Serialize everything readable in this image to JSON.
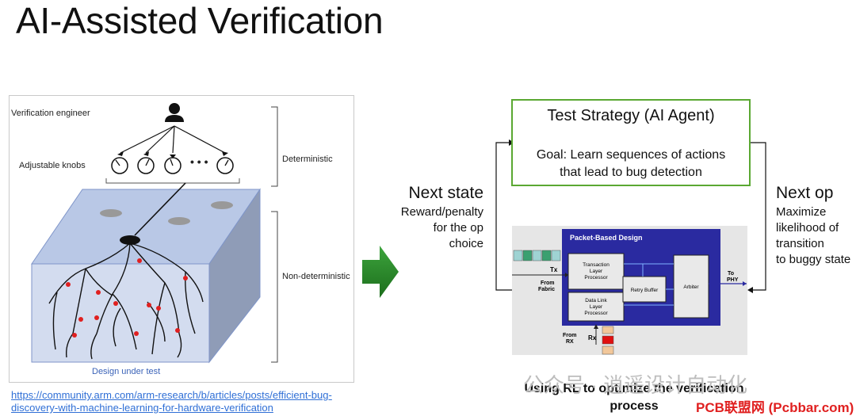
{
  "title": "AI-Assisted Verification",
  "left_diagram": {
    "engineer_label": "Verification engineer",
    "knobs_label": "Adjustable knobs",
    "deterministic_label": "Deterministic",
    "nondeterministic_label": "Non-deterministic",
    "design_label": "Design under test",
    "dots": "• • •"
  },
  "source_link": "https://community.arm.com/arm-research/b/articles/posts/efficient-bug-discovery-with-machine-learning-for-hardware-verification",
  "strategy": {
    "heading": "Test Strategy (AI Agent)",
    "goal_line1": "Goal: Learn sequences of actions",
    "goal_line2": "that lead to bug detection"
  },
  "next_state": {
    "title": "Next state",
    "line1": "Reward/penalty",
    "line2": "for the op",
    "line3": "choice"
  },
  "next_op": {
    "title": "Next op",
    "line1": "Maximize",
    "line2": "likelihood of",
    "line3": "transition",
    "line4": "to buggy state"
  },
  "packet_design": {
    "heading": "Packet-Based Design",
    "tlp": [
      "Transaction",
      "Layer",
      "Processor"
    ],
    "dllp": [
      "Data Link",
      "Layer",
      "Processor"
    ],
    "retry": "Retry Buffer",
    "arbiter": "Arbiter",
    "tx": "Tx",
    "from_fabric": [
      "From",
      "Fabric"
    ],
    "to_phy": [
      "To",
      "PHY"
    ],
    "rx": "Rx",
    "from_rx": [
      "From",
      "RX"
    ]
  },
  "caption_line1": "Using RL to optimize the verification",
  "caption_line2": "process",
  "watermark": "公众号 · 逍遥设计自动化",
  "watermark_site": "PCB联盟网 (Pcbbar.com)",
  "colors": {
    "agent_border": "#5aa832",
    "chip_blue": "#2a2aa0",
    "arrow_green": "#2e8b2e",
    "bug_red": "#e02020"
  }
}
